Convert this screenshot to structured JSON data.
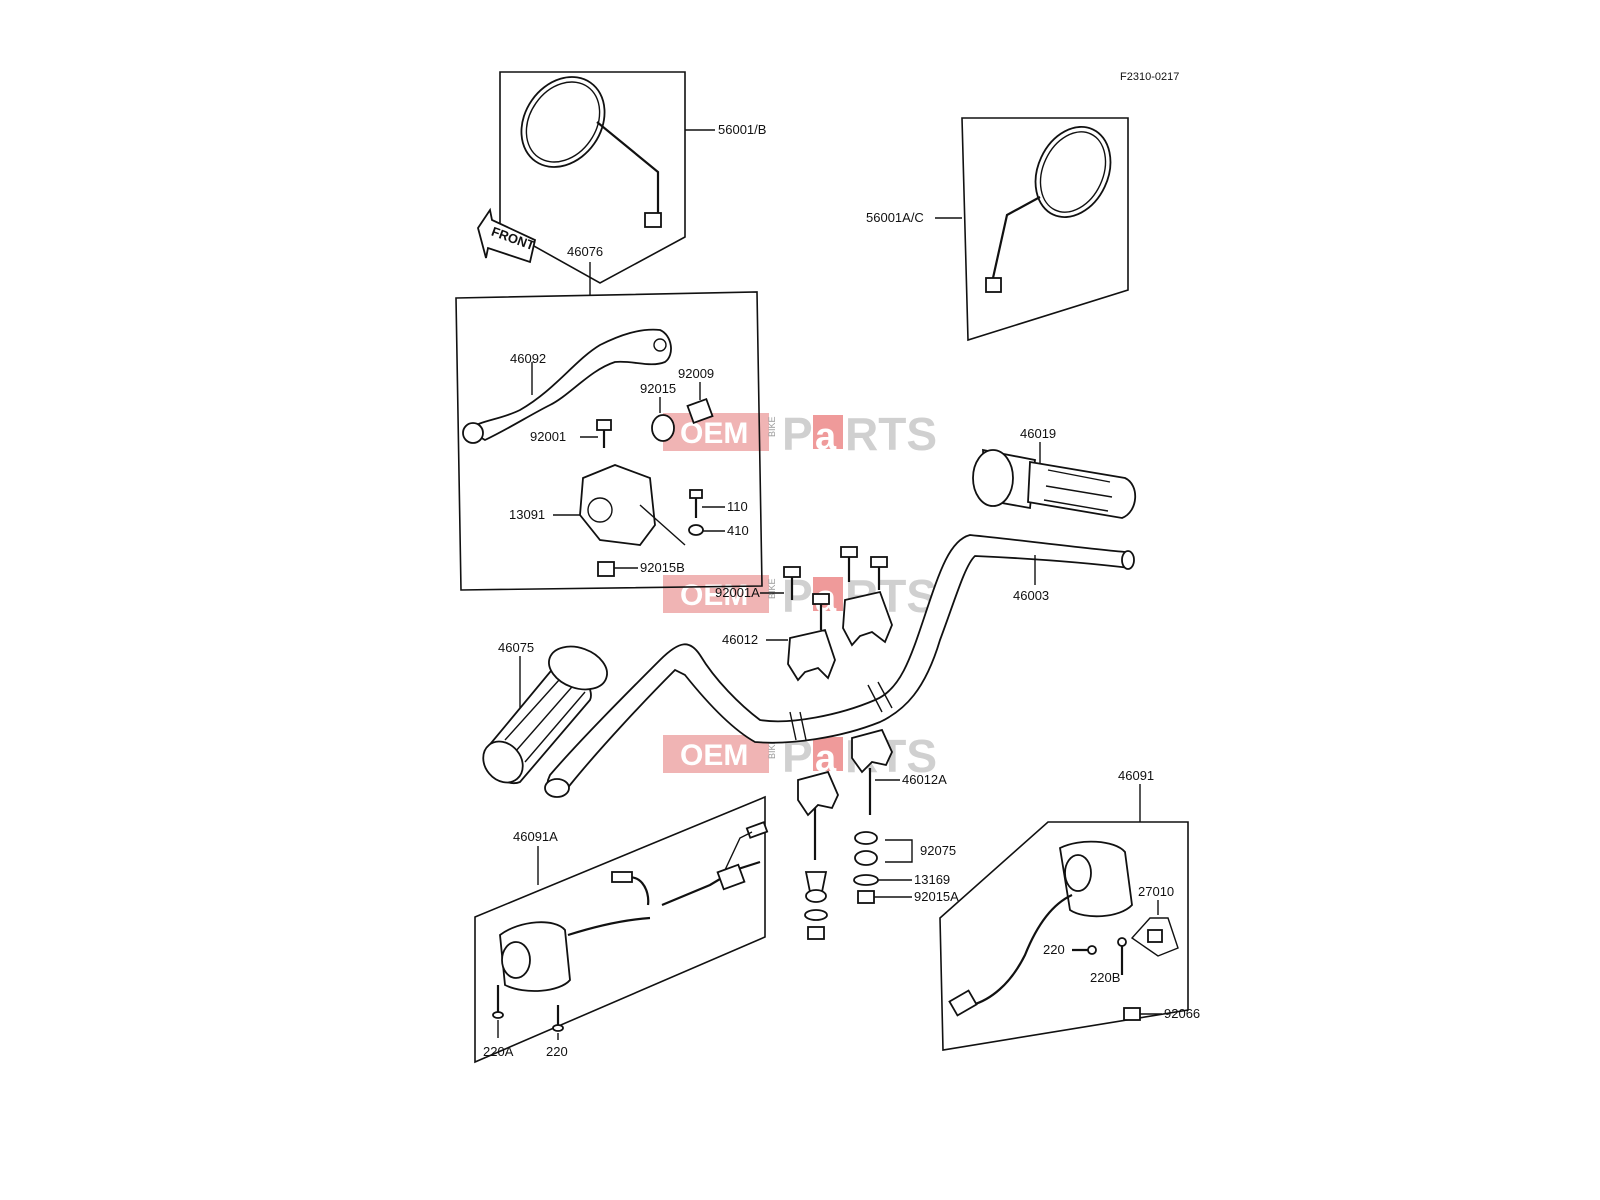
{
  "diagram_code": "F2310-0217",
  "front_label": "FRONT",
  "watermark": {
    "oem": "OEM",
    "bike": "BIKE",
    "p": "P",
    "a": "a",
    "rts": "RTS",
    "color_red": "#e8474a",
    "color_gray": "#c9c9c9"
  },
  "labels": {
    "l56001B": "56001/B",
    "l56001AC": "56001A/C",
    "l46076": "46076",
    "l46092": "46092",
    "l92009": "92009",
    "l92015": "92015",
    "l92001": "92001",
    "l13091": "13091",
    "l110": "110",
    "l410": "410",
    "l92015B": "92015B",
    "l46019": "46019",
    "l46003": "46003",
    "l92001A": "92001A",
    "l46012": "46012",
    "l46075": "46075",
    "l46012A": "46012A",
    "l46091A": "46091A",
    "l92075": "92075",
    "l13169": "13169",
    "l92015A": "92015A",
    "l46091": "46091",
    "l27010": "27010",
    "l220r": "220",
    "l220B": "220B",
    "l92066": "92066",
    "l220A": "220A",
    "l220l": "220"
  }
}
